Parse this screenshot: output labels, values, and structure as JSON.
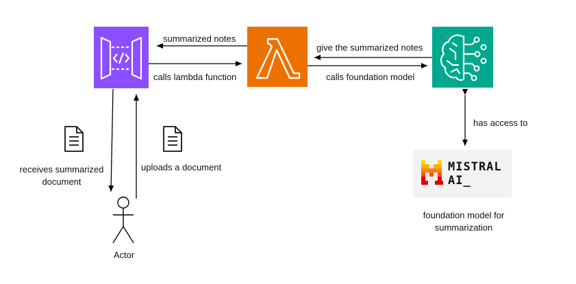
{
  "colors": {
    "api_gateway": "#8c4fff",
    "lambda": "#ed7100",
    "bedrock": "#01a88d",
    "mistral_orange": "#fa500f",
    "mistral_yellow": "#ffd800",
    "mistral_panel": "#f2f2f2",
    "edge": "#000000"
  },
  "nodes": {
    "api_gateway": {
      "icon": "api-gateway-icon"
    },
    "lambda": {
      "icon": "lambda-icon"
    },
    "bedrock": {
      "icon": "bedrock-brain-icon"
    },
    "mistral": {
      "logo_line1": "MISTRAL",
      "logo_line2": "AI_",
      "caption_line1": "foundation model for",
      "caption_line2": "summarization"
    },
    "actor": {
      "label": "Actor"
    },
    "doc_receive": {
      "icon": "document-icon"
    },
    "doc_upload": {
      "icon": "document-icon"
    }
  },
  "edges": {
    "summarized_notes": "summarized notes",
    "calls_lambda": "calls lambda function",
    "give_summarized": "give the summarized notes",
    "calls_foundation": "calls foundation model",
    "has_access": "has access to",
    "receives_line1": "receives summarized",
    "receives_line2": "document",
    "uploads": "uploads a document"
  }
}
